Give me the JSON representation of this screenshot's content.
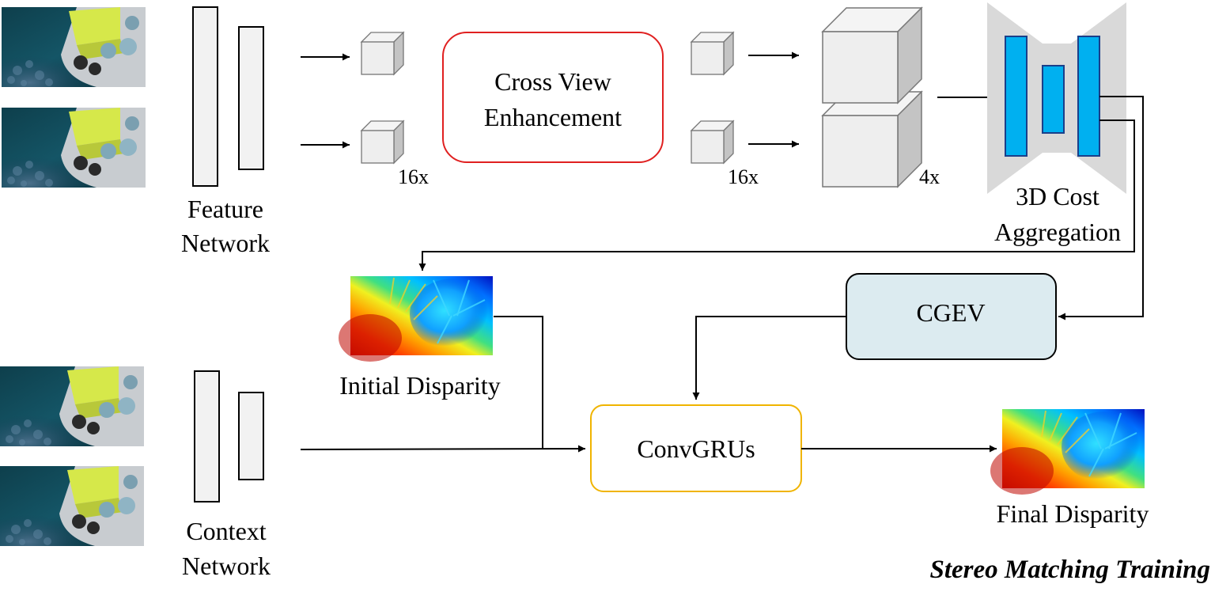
{
  "labels": {
    "feature_network_1": "Feature",
    "feature_network_2": "Network",
    "context_network_1": "Context",
    "context_network_2": "Network",
    "cross_view_1": "Cross View",
    "cross_view_2": "Enhancement",
    "scale_16x_a": "16x",
    "scale_16x_b": "16x",
    "scale_4x": "4x",
    "cost_agg_1": "3D Cost",
    "cost_agg_2": "Aggregation",
    "cgev": "CGEV",
    "convgrus": "ConvGRUs",
    "initial_disparity": "Initial Disparity",
    "final_disparity": "Final Disparity",
    "caption": "Stereo Matching Training"
  },
  "colors": {
    "cross_view_border": "#e02020",
    "convgru_border": "#f0b400",
    "cgev_fill": "#dcebf0",
    "unet_block": "#00b0f0",
    "unet_shape": "#d9d9d9",
    "network_block": "#f2f2f2"
  },
  "icons": {
    "input_image": "underwater-robot-photo",
    "disparity_map": "jet-colormap-depth-image"
  }
}
